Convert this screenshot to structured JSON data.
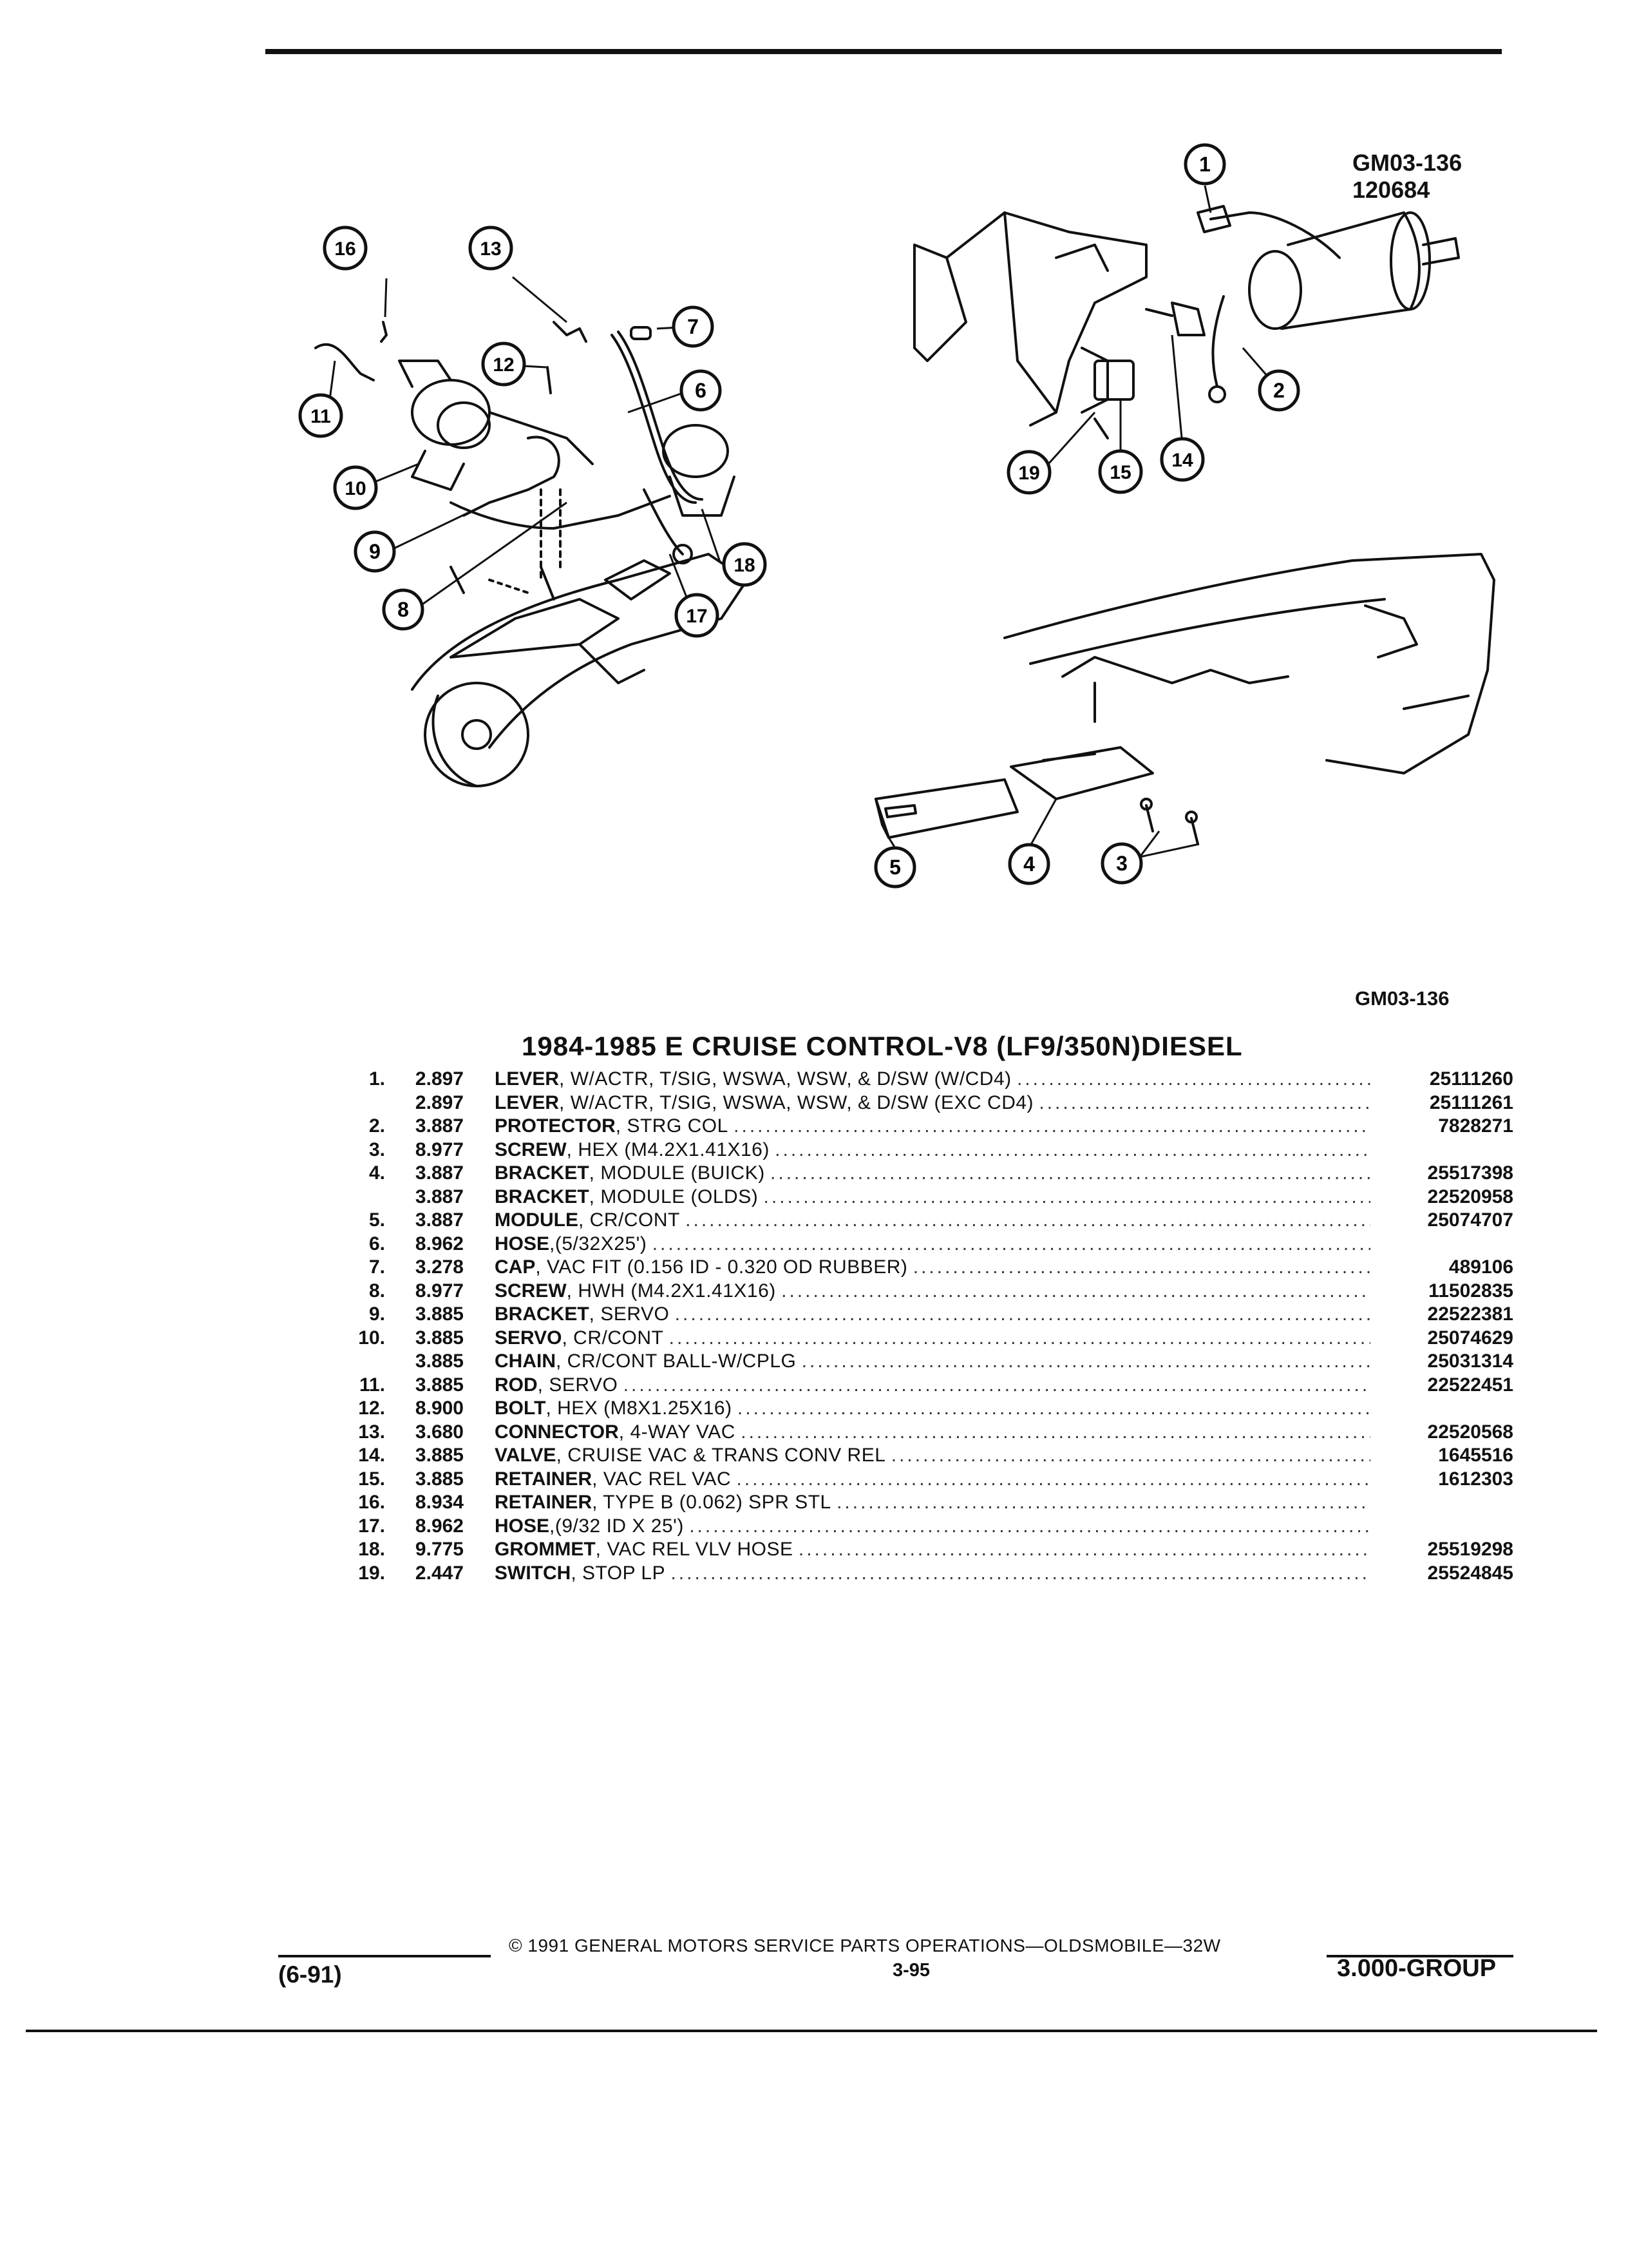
{
  "figure": {
    "id_top": "GM03-136",
    "date_code": "120684",
    "id_bottom": "GM03-136",
    "callouts": [
      "1",
      "2",
      "3",
      "4",
      "5",
      "6",
      "7",
      "8",
      "9",
      "10",
      "11",
      "12",
      "13",
      "14",
      "15",
      "16",
      "17",
      "18",
      "19"
    ]
  },
  "section_title": "1984-1985 E CRUISE CONTROL-V8 (LF9/350N)DIESEL",
  "parts": [
    {
      "item": "1.",
      "code": "2.897",
      "name": "LEVER",
      "spec": ", W/ACTR, T/SIG, WSWA, WSW, & D/SW (W/CD4)",
      "part_no": "25111260"
    },
    {
      "item": "",
      "code": "2.897",
      "name": "LEVER",
      "spec": ", W/ACTR, T/SIG, WSWA, WSW, & D/SW (EXC CD4)",
      "part_no": "25111261"
    },
    {
      "item": "2.",
      "code": "3.887",
      "name": "PROTECTOR",
      "spec": ", STRG COL",
      "part_no": "7828271"
    },
    {
      "item": "3.",
      "code": "8.977",
      "name": "SCREW",
      "spec": ", HEX (M4.2X1.41X16)",
      "part_no": ""
    },
    {
      "item": "4.",
      "code": "3.887",
      "name": "BRACKET",
      "spec": ", MODULE (BUICK)",
      "part_no": "25517398"
    },
    {
      "item": "",
      "code": "3.887",
      "name": "BRACKET",
      "spec": ", MODULE (OLDS)",
      "part_no": "22520958"
    },
    {
      "item": "5.",
      "code": "3.887",
      "name": "MODULE",
      "spec": ", CR/CONT",
      "part_no": "25074707"
    },
    {
      "item": "6.",
      "code": "8.962",
      "name": "HOSE",
      "spec": ",(5/32X25')",
      "part_no": ""
    },
    {
      "item": "7.",
      "code": "3.278",
      "name": "CAP",
      "spec": ", VAC FIT (0.156 ID - 0.320 OD RUBBER)",
      "part_no": "489106"
    },
    {
      "item": "8.",
      "code": "8.977",
      "name": "SCREW",
      "spec": ", HWH (M4.2X1.41X16)",
      "part_no": "11502835"
    },
    {
      "item": "9.",
      "code": "3.885",
      "name": "BRACKET",
      "spec": ", SERVO",
      "part_no": "22522381"
    },
    {
      "item": "10.",
      "code": "3.885",
      "name": "SERVO",
      "spec": ", CR/CONT",
      "part_no": "25074629"
    },
    {
      "item": "",
      "code": "3.885",
      "name": "CHAIN",
      "spec": ", CR/CONT BALL-W/CPLG",
      "part_no": "25031314"
    },
    {
      "item": "11.",
      "code": "3.885",
      "name": "ROD",
      "spec": ", SERVO",
      "part_no": "22522451"
    },
    {
      "item": "12.",
      "code": "8.900",
      "name": "BOLT",
      "spec": ", HEX (M8X1.25X16)",
      "part_no": ""
    },
    {
      "item": "13.",
      "code": "3.680",
      "name": "CONNECTOR",
      "spec": ", 4-WAY VAC",
      "part_no": "22520568"
    },
    {
      "item": "14.",
      "code": "3.885",
      "name": "VALVE",
      "spec": ", CRUISE VAC & TRANS CONV REL",
      "part_no": "1645516"
    },
    {
      "item": "15.",
      "code": "3.885",
      "name": "RETAINER",
      "spec": ", VAC REL VAC",
      "part_no": "1612303"
    },
    {
      "item": "16.",
      "code": "8.934",
      "name": "RETAINER",
      "spec": ", TYPE B (0.062) SPR STL",
      "part_no": ""
    },
    {
      "item": "17.",
      "code": "8.962",
      "name": "HOSE",
      "spec": ",(9/32 ID X 25')",
      "part_no": ""
    },
    {
      "item": "18.",
      "code": "9.775",
      "name": "GROMMET",
      "spec": ", VAC REL VLV HOSE",
      "part_no": "25519298"
    },
    {
      "item": "19.",
      "code": "2.447",
      "name": "SWITCH",
      "spec": ", STOP LP",
      "part_no": "25524845"
    }
  ],
  "footer": {
    "date": "(6-91)",
    "copyright": "© 1991 GENERAL MOTORS SERVICE PARTS OPERATIONS—OLDSMOBILE—32W",
    "page": "3-95",
    "group": "3.000-GROUP"
  }
}
